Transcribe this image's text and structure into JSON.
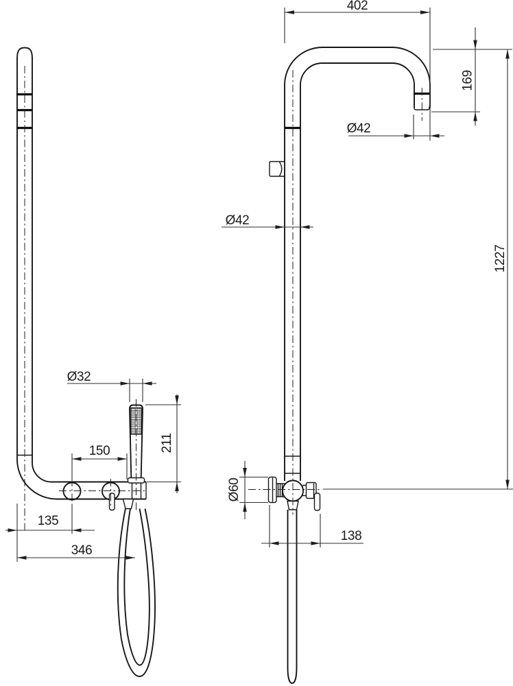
{
  "page": {
    "type": "technical-dimension-drawing",
    "subject": "shower column with hand shower and mixer valve, two orthographic views",
    "background_color": "#ffffff",
    "line_color": "#161616",
    "dimension_line_color": "#2e2e2e",
    "text_color": "#1a1a1a"
  },
  "views": {
    "side_view_label": "side view (hand shower, mixer, wall elbow)",
    "front_view_label": "front view (shower column, top arm, valve, hose)"
  },
  "dims": {
    "top_arm_width": "402",
    "spout_drop": "169",
    "spout_diameter": "Ø42",
    "column_diameter": "Ø42",
    "total_height": "1227",
    "valve_knob_diameter": "Ø60",
    "valve_depth": "138",
    "hand_shower_diameter": "Ø32",
    "port_spacing": "150",
    "hand_shower_length": "211",
    "pipe_to_port": "135",
    "pipe_to_hose": "346"
  }
}
